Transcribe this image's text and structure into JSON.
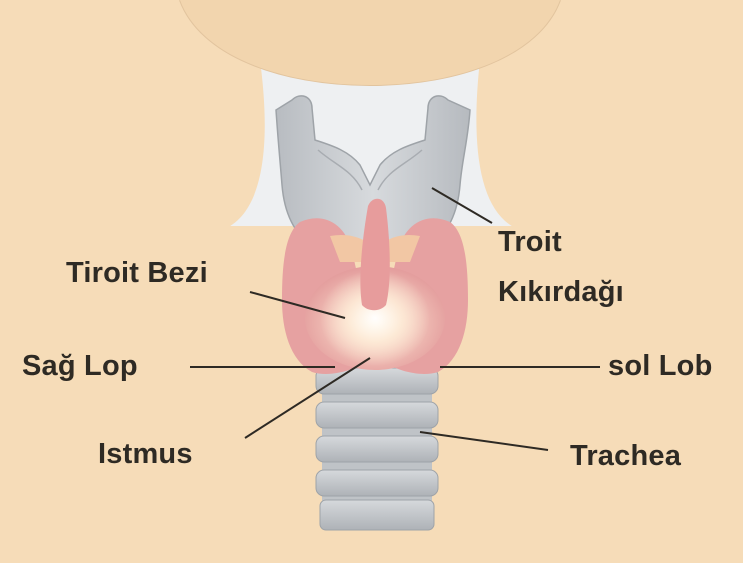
{
  "diagram": {
    "colors": {
      "skin": "#f6dcb8",
      "skin_outline": "#e2c49e",
      "cartilage": "#c9ccd0",
      "gland": "#e7a3a3",
      "gland_light": "#fff4e0",
      "trachea": "#c6c9cd",
      "trachea_ring": "#9ea3a8",
      "background": "#eef0f2",
      "leader": "#2e2a24"
    },
    "labels": {
      "tiroit_bezi": "Tiroit Bezi",
      "troit_line1": "Troit",
      "troit_line2": "Kıkırdağı",
      "sag_lop": "Sağ Lop",
      "sol_lob": "sol Lob",
      "istmus": "Istmus",
      "trachea": "Trachea"
    }
  }
}
